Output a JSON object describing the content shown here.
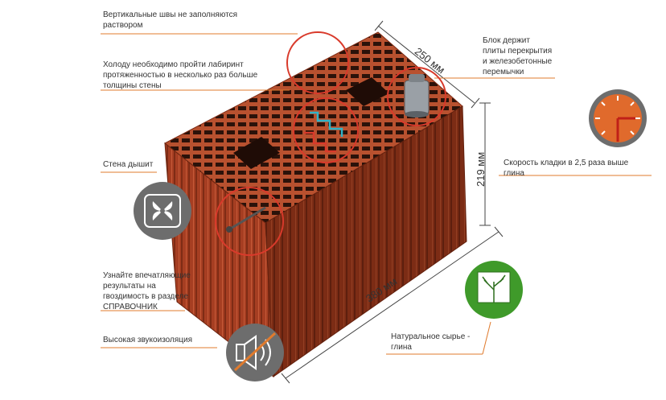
{
  "labels": {
    "vertical_joints": "Вертикальные швы не заполняются\nраствором",
    "labyrinth": "Холоду необходимо пройти лабиринт\nпротяженностью в несколько раз больше\nтолщины стены",
    "wall_breathes": "Стена дышит",
    "nail_results": "Узнайте впечатляющие\nрезультаты на\nгвоздимость в разделе\nСПРАВОЧНИК",
    "sound_insulation": "Высокая звукоизоляция",
    "holds_slabs": "Блок держит\nплиты перекрытия\nи железобетонные\nперемычки",
    "laying_speed": "Скорость кладки в 2,5 раза выше\nглина",
    "natural_raw": "Натуральное сырье -\nглина"
  },
  "dimensions": {
    "width": "250 мм",
    "height": "219 мм",
    "length": "380 мм"
  },
  "colors": {
    "accent_line": "#e07b2e",
    "icon_circle": "#6d6d6d",
    "clock_face": "#e06a2c",
    "tree_circle": "#3f9a2a",
    "brick_top": "#b3482a",
    "brick_front": "#a63e22",
    "brick_side": "#8e3319",
    "highlight_red": "#d93a2b"
  }
}
